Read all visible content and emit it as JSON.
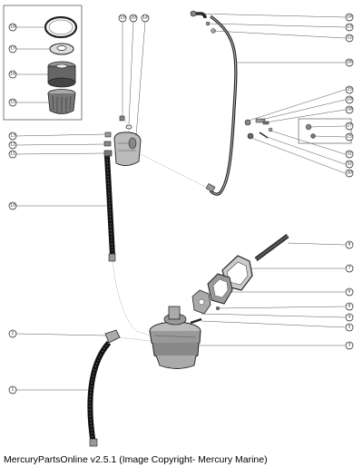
{
  "footer": {
    "caption": "MercuryPartsOnline v2.5.1 (Image Copyright- Mercury Marine)"
  },
  "callouts": [
    {
      "id": "c18",
      "label": "18"
    },
    {
      "id": "c17",
      "label": "17"
    },
    {
      "id": "c16",
      "label": "16"
    },
    {
      "id": "c15",
      "label": "15"
    },
    {
      "id": "c19",
      "label": "19"
    },
    {
      "id": "c20",
      "label": "20"
    },
    {
      "id": "c14",
      "label": "14"
    },
    {
      "id": "c13",
      "label": "13"
    },
    {
      "id": "c12",
      "label": "12"
    },
    {
      "id": "c11",
      "label": "11"
    },
    {
      "id": "c10",
      "label": "10"
    },
    {
      "id": "c2",
      "label": "2"
    },
    {
      "id": "c1",
      "label": "1"
    },
    {
      "id": "c24",
      "label": "24"
    },
    {
      "id": "c23",
      "label": "23"
    },
    {
      "id": "c22",
      "label": "22"
    },
    {
      "id": "c26",
      "label": "26"
    },
    {
      "id": "c25a",
      "label": "25"
    },
    {
      "id": "c29",
      "label": "29"
    },
    {
      "id": "c28",
      "label": "28"
    },
    {
      "id": "c27",
      "label": "27"
    },
    {
      "id": "c25b",
      "label": "25"
    },
    {
      "id": "c31",
      "label": "31"
    },
    {
      "id": "c32",
      "label": "32"
    },
    {
      "id": "c30",
      "label": "30"
    },
    {
      "id": "c8",
      "label": "8"
    },
    {
      "id": "c7",
      "label": "7"
    },
    {
      "id": "c6",
      "label": "6"
    },
    {
      "id": "c9",
      "label": "9"
    },
    {
      "id": "c4",
      "label": "4"
    },
    {
      "id": "c5",
      "label": "5"
    },
    {
      "id": "c3",
      "label": "3"
    }
  ]
}
